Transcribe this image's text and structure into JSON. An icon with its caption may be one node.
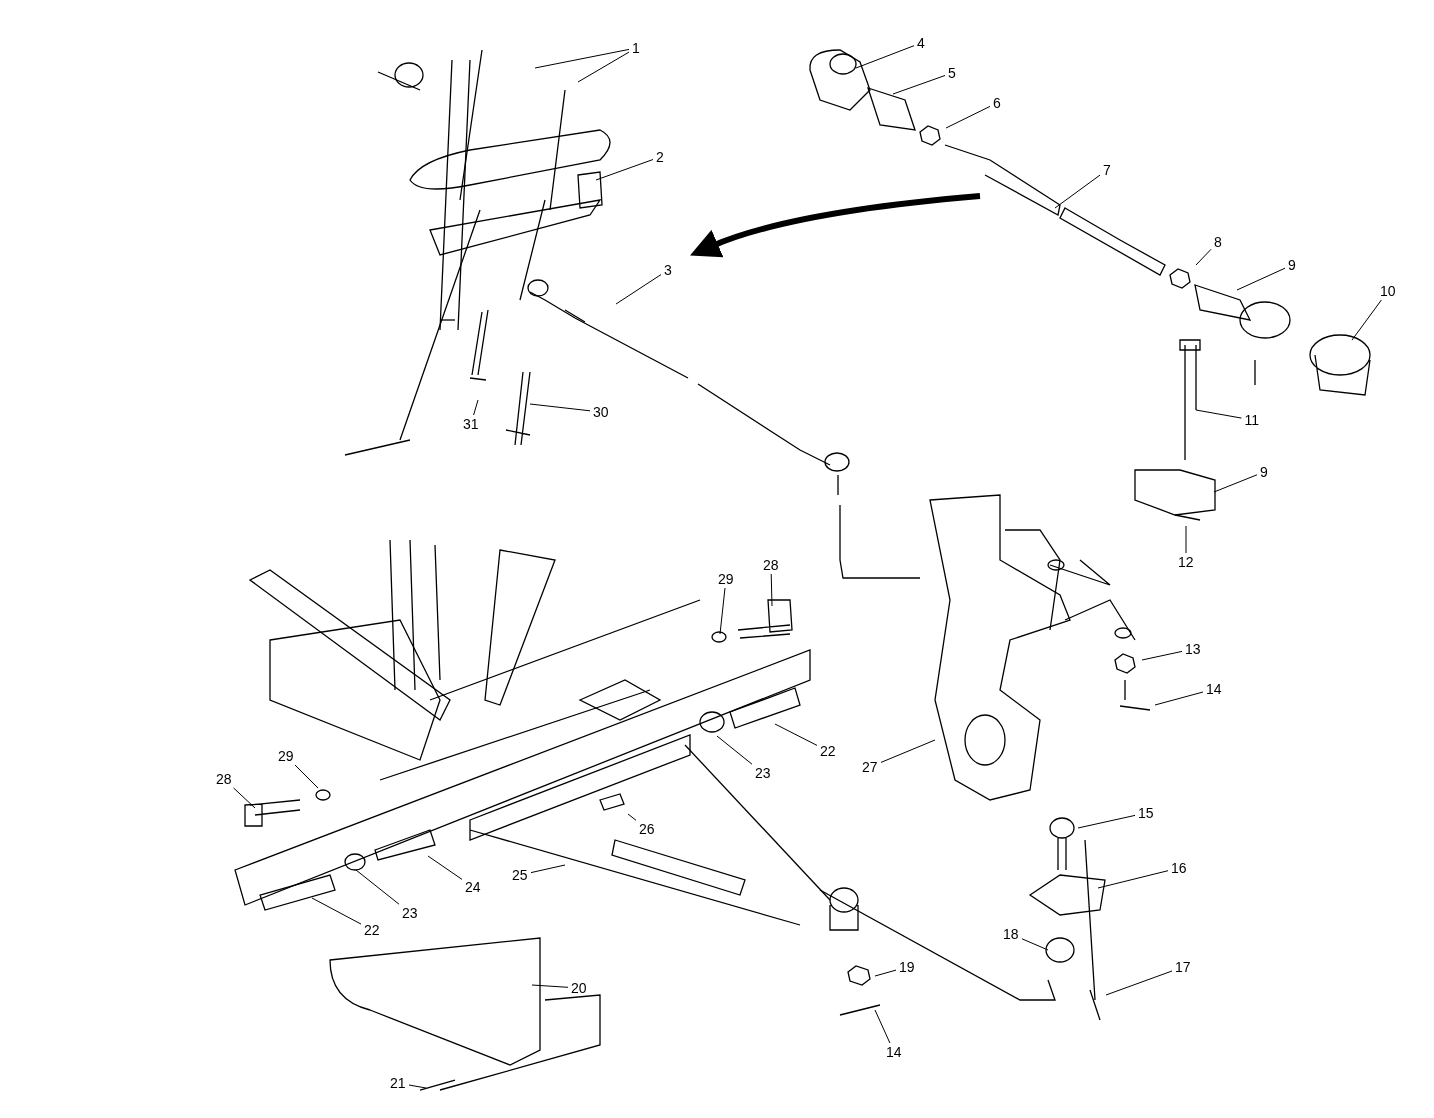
{
  "diagram": {
    "nodes": [
      {
        "text": [
          "1"
        ]
      },
      {
        "text": [
          "2"
        ]
      },
      {
        "text": [
          "3"
        ]
      },
      {
        "text": [
          "4"
        ]
      },
      {
        "text": [
          "5"
        ]
      },
      {
        "text": [
          "6"
        ]
      },
      {
        "text": [
          "7"
        ]
      },
      {
        "text": [
          "8"
        ]
      },
      {
        "text": [
          "9"
        ]
      },
      {
        "text": [
          "10"
        ]
      },
      {
        "text": [
          "11"
        ]
      },
      {
        "text": [
          "9"
        ]
      },
      {
        "text": [
          "12"
        ]
      },
      {
        "text": [
          "13"
        ]
      },
      {
        "text": [
          "14"
        ]
      },
      {
        "text": [
          "15"
        ]
      },
      {
        "text": [
          "16"
        ]
      },
      {
        "text": [
          "17"
        ]
      },
      {
        "text": [
          "18"
        ]
      },
      {
        "text": [
          "19"
        ]
      },
      {
        "text": [
          "14"
        ]
      },
      {
        "text": [
          "20"
        ]
      },
      {
        "text": [
          "21"
        ]
      },
      {
        "text": [
          "22"
        ]
      },
      {
        "text": [
          "23"
        ]
      },
      {
        "text": [
          "24"
        ]
      },
      {
        "text": [
          "25"
        ]
      },
      {
        "text": [
          "26"
        ]
      },
      {
        "text": [
          "22"
        ]
      },
      {
        "text": [
          "23"
        ]
      },
      {
        "text": [
          "27"
        ]
      },
      {
        "text": [
          "28"
        ]
      },
      {
        "text": [
          "29"
        ]
      },
      {
        "text": [
          "29"
        ]
      },
      {
        "text": [
          "28"
        ]
      },
      {
        "text": [
          "30"
        ]
      },
      {
        "text": [
          "31"
        ]
      }
    ],
    "edges": [
      {
        "from": 0,
        "to": null,
        "arrow": "none"
      },
      {
        "from": 0,
        "to": null,
        "arrow": "none"
      },
      {
        "from": 1,
        "to": null,
        "arrow": "none"
      },
      {
        "from": 2,
        "to": null,
        "arrow": "none"
      },
      {
        "from": 3,
        "to": null,
        "arrow": "none"
      },
      {
        "from": 4,
        "to": null,
        "arrow": "none"
      },
      {
        "from": 5,
        "to": null,
        "arrow": "none"
      },
      {
        "from": 6,
        "to": null,
        "arrow": "none"
      },
      {
        "from": 7,
        "to": null,
        "arrow": "none"
      },
      {
        "from": 8,
        "to": null,
        "arrow": "none"
      },
      {
        "from": 9,
        "to": null,
        "arrow": "none"
      },
      {
        "from": 10,
        "to": null,
        "arrow": "none"
      },
      {
        "from": 11,
        "to": null,
        "arrow": "none"
      },
      {
        "from": 12,
        "to": null,
        "arrow": "none"
      },
      {
        "from": 13,
        "to": null,
        "arrow": "none"
      },
      {
        "from": 14,
        "to": null,
        "arrow": "none"
      },
      {
        "from": 15,
        "to": null,
        "arrow": "none"
      },
      {
        "from": 16,
        "to": null,
        "arrow": "none"
      },
      {
        "from": 17,
        "to": null,
        "arrow": "none"
      },
      {
        "from": 18,
        "to": null,
        "arrow": "none"
      },
      {
        "from": 19,
        "to": null,
        "arrow": "none"
      },
      {
        "from": 20,
        "to": null,
        "arrow": "none"
      },
      {
        "from": 21,
        "to": null,
        "arrow": "none"
      },
      {
        "from": 22,
        "to": null,
        "arrow": "none"
      },
      {
        "from": 23,
        "to": null,
        "arrow": "none"
      },
      {
        "from": 24,
        "to": null,
        "arrow": "none"
      },
      {
        "from": 25,
        "to": null,
        "arrow": "none"
      },
      {
        "from": 26,
        "to": null,
        "arrow": "none"
      },
      {
        "from": 27,
        "to": null,
        "arrow": "none"
      },
      {
        "from": 28,
        "to": null,
        "arrow": "none"
      },
      {
        "from": 29,
        "to": null,
        "arrow": "none"
      },
      {
        "from": 30,
        "to": null,
        "arrow": "none"
      },
      {
        "from": 31,
        "to": null,
        "arrow": "none"
      },
      {
        "from": 32,
        "to": null,
        "arrow": "none"
      },
      {
        "from": 33,
        "to": null,
        "arrow": "none"
      },
      {
        "from": 34,
        "to": null,
        "arrow": "none"
      },
      {
        "from": 35,
        "to": null,
        "arrow": "none"
      },
      {
        "from": 36,
        "to": null,
        "arrow": "none"
      }
    ]
  }
}
